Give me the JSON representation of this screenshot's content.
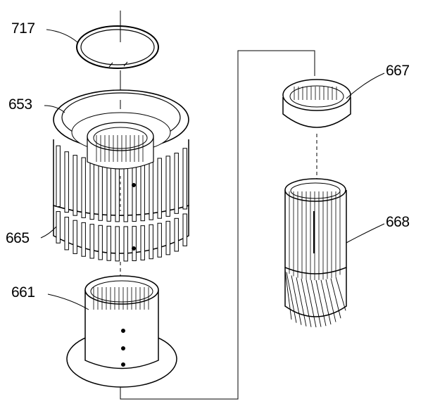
{
  "diagram": {
    "colors": {
      "line": "#000000",
      "paper": "#ffffff",
      "fill": "#ffffff"
    },
    "callouts": {
      "ring": "717",
      "housing": "653",
      "hub": "665",
      "drum": "661",
      "bearing": "667",
      "sun_gear": "668"
    }
  }
}
